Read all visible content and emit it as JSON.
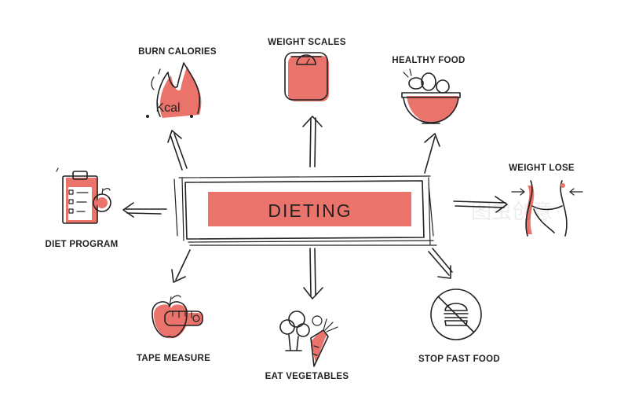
{
  "colors": {
    "accent": "#ea736b",
    "ink": "#222222",
    "background": "#ffffff"
  },
  "center": {
    "label": "DIETING"
  },
  "nodes": [
    {
      "id": "burn-calories",
      "label": "BURN CALORIES",
      "icon": "flame-kcal-icon",
      "icon_text": "Kcal"
    },
    {
      "id": "weight-scales",
      "label": "WEIGHT SCALES",
      "icon": "weight-scale-icon"
    },
    {
      "id": "healthy-food",
      "label": "HEALTHY FOOD",
      "icon": "food-bowl-icon"
    },
    {
      "id": "weight-lose",
      "label": "WEIGHT LOSE",
      "icon": "slim-waist-icon"
    },
    {
      "id": "stop-fast-food",
      "label": "STOP FAST FOOD",
      "icon": "no-burger-icon"
    },
    {
      "id": "eat-vegetables",
      "label": "EAT VEGETABLES",
      "icon": "vegetables-icon"
    },
    {
      "id": "tape-measure",
      "label": "TAPE MEASURE",
      "icon": "apple-tape-measure-icon"
    },
    {
      "id": "diet-program",
      "label": "DIET PROGRAM",
      "icon": "clipboard-apple-icon"
    }
  ],
  "watermark": "图虫创意"
}
